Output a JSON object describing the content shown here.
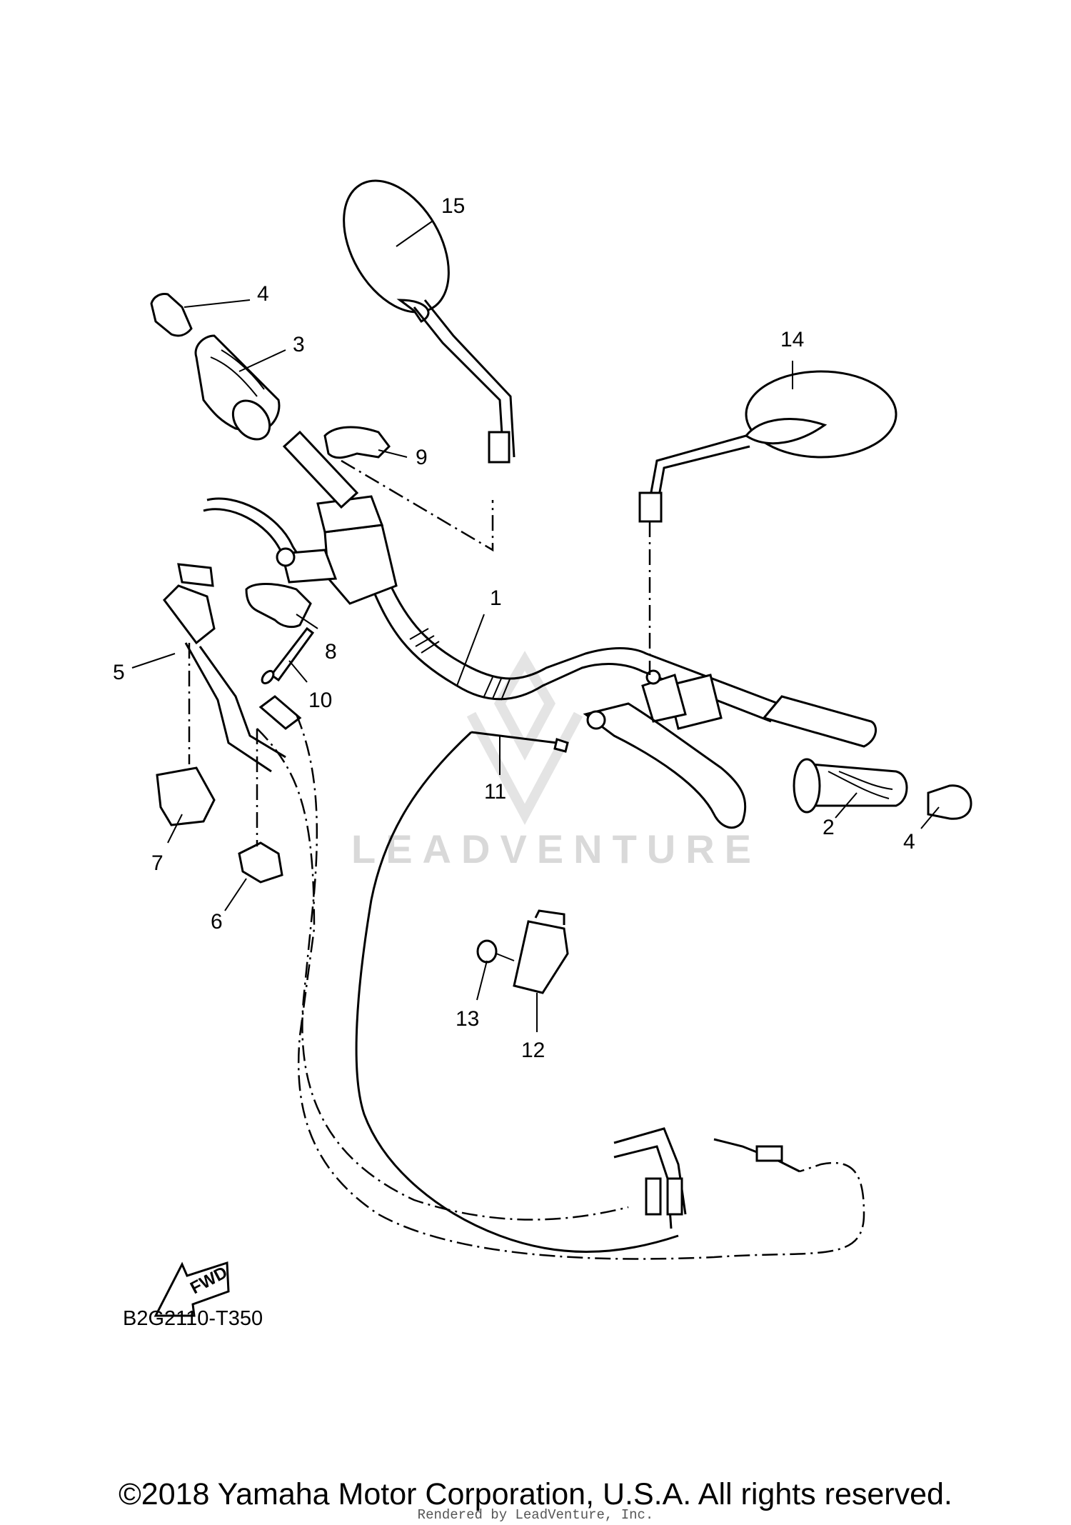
{
  "diagram": {
    "reference_code": "B2G2110-T350",
    "fwd_label": "FWD",
    "watermark": "LEADVENTURE",
    "copyright": "©2018 Yamaha Motor Corporation, U.S.A. All rights reserved.",
    "rendered_by": "Rendered by LeadVenture, Inc.",
    "callouts": {
      "n1": "1",
      "n2": "2",
      "n3": "3",
      "n4a": "4",
      "n4b": "4",
      "n5": "5",
      "n6": "6",
      "n7": "7",
      "n8": "8",
      "n9": "9",
      "n10": "10",
      "n11": "11",
      "n12": "12",
      "n13": "13",
      "n14": "14",
      "n15": "15"
    }
  }
}
